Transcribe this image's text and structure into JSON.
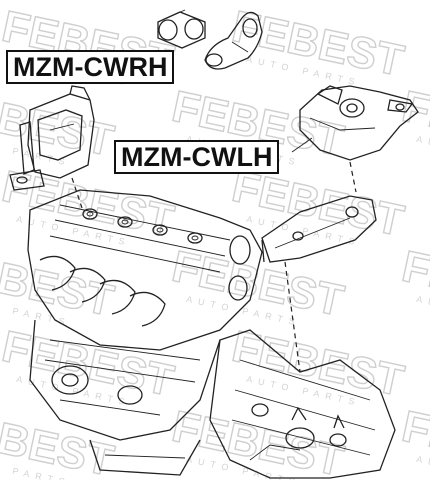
{
  "labels": {
    "right_mount": "MZM-CWRH",
    "left_mount": "MZM-CWLH"
  },
  "watermark": {
    "brand": "FEBEST",
    "sub": "AUTO PARTS"
  },
  "colors": {
    "line": "#222222",
    "watermark": "#cfcfcf",
    "label_border": "#111111"
  }
}
